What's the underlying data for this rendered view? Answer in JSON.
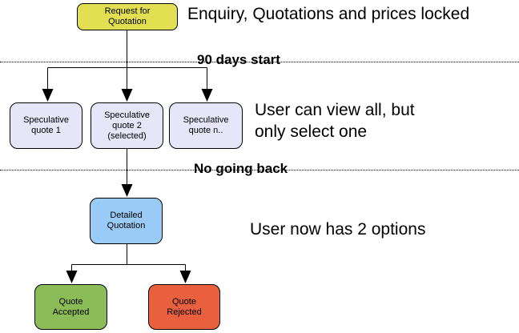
{
  "diagram": {
    "title_note": "Enquiry, Quotations and prices locked",
    "nodes": {
      "request": {
        "label": "Request for\nQuotation",
        "color": "#e3df52"
      },
      "spec1": {
        "label": "Speculative\nquote 1",
        "color": "#e6e6f8"
      },
      "spec2": {
        "label": "Speculative\nquote 2\n(selected)",
        "color": "#e6e6f8"
      },
      "specn": {
        "label": "Speculative\nquote n..",
        "color": "#e6e6f8"
      },
      "detailed": {
        "label": "Detailed\nQuotation",
        "color": "#9acbf7"
      },
      "accepted": {
        "label": "Quote\nAccepted",
        "color": "#8cbc58"
      },
      "rejected": {
        "label": "Quote\nRejected",
        "color": "#e8603d"
      }
    },
    "phase_lines": {
      "line1": {
        "label": "90 days start"
      },
      "line2": {
        "label": "No going back"
      }
    },
    "annotations": {
      "middle": "User can view all, but\nonly select one",
      "bottom": "User now has 2 options"
    },
    "line_color": "#000000"
  }
}
